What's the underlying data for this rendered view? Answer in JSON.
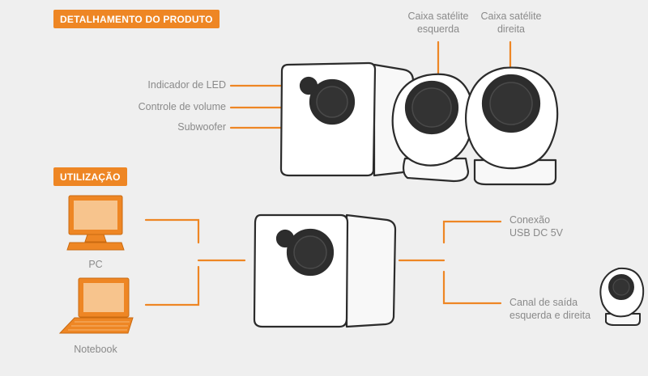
{
  "sections": {
    "product_detail": "DETALHAMENTO DO PRODUTO",
    "usage": "UTILIZAÇÃO"
  },
  "product_labels": {
    "led_indicator": "Indicador de LED",
    "volume_control": "Controle de volume",
    "subwoofer": "Subwoofer",
    "left_satellite_line1": "Caixa satélite",
    "left_satellite_line2": "esquerda",
    "right_satellite_line1": "Caixa satélite",
    "right_satellite_line2": "direita"
  },
  "usage_labels": {
    "pc": "PC",
    "notebook": "Notebook",
    "connection_line1": "Conexão",
    "connection_line2": "USB DC 5V",
    "output_line1": "Canal de saída",
    "output_line2": "esquerda e direita"
  },
  "colors": {
    "accent": "#ee8624",
    "outline": "#2b2b2b",
    "text": "#8a8a8a",
    "background": "#efefef"
  }
}
